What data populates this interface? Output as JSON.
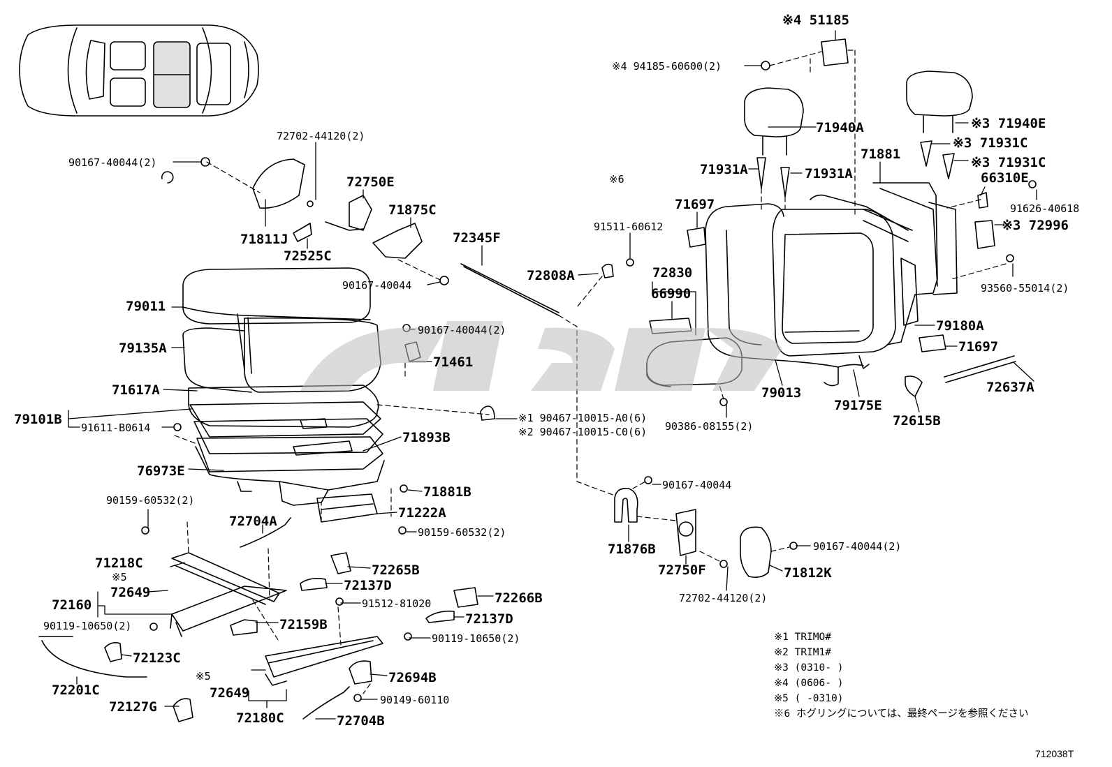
{
  "diagram_code": "712038T",
  "notes": [
    "※1 TRIMO#",
    "※2 TRIM1#",
    "※3 (0310-     )",
    "※4 (0606-     )",
    "※5 (      -0310)",
    "※6 ホグリングについては、最終ページを参照ください"
  ],
  "labels": [
    {
      "id": "p51185",
      "text": "※4 51185"
    },
    {
      "id": "p94185",
      "text": "※4 94185-60600(2)"
    },
    {
      "id": "p71940A",
      "text": "71940A"
    },
    {
      "id": "p71940E",
      "text": "※3 71940E"
    },
    {
      "id": "p71931C1",
      "text": "※3 71931C"
    },
    {
      "id": "p71931C2",
      "text": "※3 71931C"
    },
    {
      "id": "p71881",
      "text": "71881"
    },
    {
      "id": "p71931A1",
      "text": "71931A"
    },
    {
      "id": "p71931A2",
      "text": "71931A"
    },
    {
      "id": "p6",
      "text": "※6"
    },
    {
      "id": "p66310E",
      "text": "66310E"
    },
    {
      "id": "p91626",
      "text": "91626-40618"
    },
    {
      "id": "p72996",
      "text": "※3 72996"
    },
    {
      "id": "p93560",
      "text": "93560-55014(2)"
    },
    {
      "id": "p71697a",
      "text": "71697"
    },
    {
      "id": "p91511",
      "text": "91511-60612"
    },
    {
      "id": "p72808A",
      "text": "72808A"
    },
    {
      "id": "p72830",
      "text": "72830"
    },
    {
      "id": "p66990",
      "text": "66990"
    },
    {
      "id": "p79180A",
      "text": "79180A"
    },
    {
      "id": "p71697b",
      "text": "71697"
    },
    {
      "id": "p72637A",
      "text": "72637A"
    },
    {
      "id": "p79013",
      "text": "79013"
    },
    {
      "id": "p79175E",
      "text": "79175E"
    },
    {
      "id": "p72615B",
      "text": "72615B"
    },
    {
      "id": "p90386",
      "text": "90386-08155(2)"
    },
    {
      "id": "p72702a",
      "text": "72702-44120(2)"
    },
    {
      "id": "p90167a",
      "text": "90167-40044(2)"
    },
    {
      "id": "p72750E",
      "text": "72750E"
    },
    {
      "id": "p71875C",
      "text": "71875C"
    },
    {
      "id": "p71811J",
      "text": "71811J"
    },
    {
      "id": "p72525C",
      "text": "72525C"
    },
    {
      "id": "p72345F",
      "text": "72345F"
    },
    {
      "id": "p90167b",
      "text": "90167-40044"
    },
    {
      "id": "p79011",
      "text": "79011"
    },
    {
      "id": "p90167c",
      "text": "90167-40044(2)"
    },
    {
      "id": "p79135A",
      "text": "79135A"
    },
    {
      "id": "p71461",
      "text": "71461"
    },
    {
      "id": "p71617A",
      "text": "71617A"
    },
    {
      "id": "p79101B",
      "text": "79101B"
    },
    {
      "id": "p91611",
      "text": "91611-B0614"
    },
    {
      "id": "p90467a",
      "text": "※1 90467-10015-A0(6)"
    },
    {
      "id": "p90467b",
      "text": "※2 90467-10015-C0(6)"
    },
    {
      "id": "p71893B",
      "text": "71893B"
    },
    {
      "id": "p76973E",
      "text": "76973E"
    },
    {
      "id": "p71881B",
      "text": "71881B"
    },
    {
      "id": "p90159a",
      "text": "90159-60532(2)"
    },
    {
      "id": "p71222A",
      "text": "71222A"
    },
    {
      "id": "p90159b",
      "text": "90159-60532(2)"
    },
    {
      "id": "p72704A",
      "text": "72704A"
    },
    {
      "id": "p90167d",
      "text": "90167-40044"
    },
    {
      "id": "p71876B",
      "text": "71876B"
    },
    {
      "id": "p72750F",
      "text": "72750F"
    },
    {
      "id": "p90167e",
      "text": "90167-40044(2)"
    },
    {
      "id": "p71812K",
      "text": "71812K"
    },
    {
      "id": "p72702b",
      "text": "72702-44120(2)"
    },
    {
      "id": "p71218C",
      "text": "71218C"
    },
    {
      "id": "p72265B",
      "text": "72265B"
    },
    {
      "id": "p5a",
      "text": "※5"
    },
    {
      "id": "p72137D1",
      "text": "72137D"
    },
    {
      "id": "p72649a",
      "text": "72649"
    },
    {
      "id": "p72160",
      "text": "72160"
    },
    {
      "id": "p91512",
      "text": "91512-81020"
    },
    {
      "id": "p72266B",
      "text": "72266B"
    },
    {
      "id": "p90119a",
      "text": "90119-10650(2)"
    },
    {
      "id": "p72159B",
      "text": "72159B"
    },
    {
      "id": "p72137D2",
      "text": "72137D"
    },
    {
      "id": "p90119b",
      "text": "90119-10650(2)"
    },
    {
      "id": "p72123C",
      "text": "72123C"
    },
    {
      "id": "p5b",
      "text": "※5"
    },
    {
      "id": "p72649b",
      "text": "72649"
    },
    {
      "id": "p72694B",
      "text": "72694B"
    },
    {
      "id": "p72201C",
      "text": "72201C"
    },
    {
      "id": "p90149",
      "text": "90149-60110"
    },
    {
      "id": "p72127G",
      "text": "72127G"
    },
    {
      "id": "p72180C",
      "text": "72180C"
    },
    {
      "id": "p72704B",
      "text": "72704B"
    }
  ]
}
